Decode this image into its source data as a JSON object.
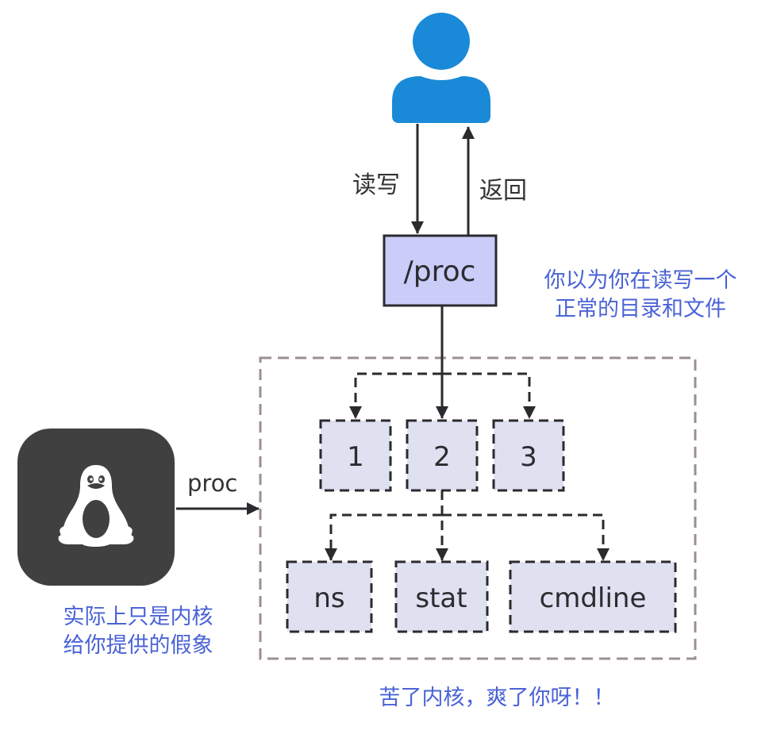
{
  "colors": {
    "user_icon": "#1a8ad8",
    "proc_fill": "#c9cdf7",
    "node_fill": "#dfe0f0",
    "stroke": "#2b2b2f",
    "group_border": "#9a908e",
    "kernel_tile": "#404040",
    "note_text": "#4a63d6"
  },
  "user": {
    "icon": "user-icon"
  },
  "edges": {
    "read_write": "读写",
    "return": "返回",
    "proc_from_kernel": "proc"
  },
  "proc_node": {
    "label": "/proc"
  },
  "pid_nodes": [
    {
      "label": "1"
    },
    {
      "label": "2"
    },
    {
      "label": "3"
    }
  ],
  "file_nodes": [
    {
      "label": "ns"
    },
    {
      "label": "stat"
    },
    {
      "label": "cmdline"
    }
  ],
  "kernel": {
    "icon": "linux-tux-icon"
  },
  "notes": {
    "illusion_line1": "你以为你在读写一个",
    "illusion_line2": "正常的目录和文件",
    "kernel_line1": "实际上只是内核",
    "kernel_line2": "给你提供的假象",
    "footer": "苦了内核，爽了你呀！！"
  }
}
